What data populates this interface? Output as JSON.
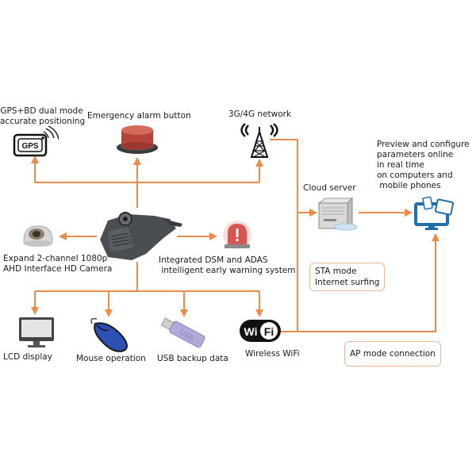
{
  "colors": {
    "wire": "#ec8a4a",
    "callout_border": "#e9b99b",
    "monitor_blue": "#1f6fa8",
    "alarm_red": "#c94a3c",
    "usb_purple": "#9b8fc8",
    "mouse_blue": "#2e4fb3"
  },
  "nodes": {
    "gps": {
      "label": "GPS+BD dual mode\naccurate positioning",
      "icon_text": "GPS",
      "icon": "gps-module-icon"
    },
    "alarm": {
      "label": "Emergency alarm button",
      "icon": "alarm-button-icon"
    },
    "network": {
      "label": "3G/4G network",
      "icon": "cell-tower-icon"
    },
    "cloud": {
      "label": "Cloud server",
      "icon": "server-icon"
    },
    "preview": {
      "label": "Preview and configure\nparameters online\nin real time\non computers and\n mobile phones",
      "icon": "devices-icon"
    },
    "camera": {
      "label": "Expand 2-channel 1080p\nAHD Interface HD Camera",
      "icon": "dome-camera-icon"
    },
    "main_device": {
      "icon": "dashcam-device-icon"
    },
    "dsm": {
      "label": "Integrated DSM and ADAS\n intelligent early warning system",
      "icon": "warning-beacon-icon"
    },
    "lcd": {
      "label": "LCD display",
      "icon": "monitor-icon"
    },
    "mouse": {
      "label": "Mouse operation",
      "icon": "mouse-icon"
    },
    "usb": {
      "label": "USB backup data",
      "icon_text": "USB",
      "icon": "usb-drive-icon"
    },
    "wifi": {
      "label": "Wireless WiFi",
      "icon_text_1": "Wi",
      "icon_text_2": "Fi",
      "icon": "wifi-logo-icon"
    }
  },
  "callouts": {
    "sta": "STA mode\nInternet surfing",
    "ap": "AP mode connection"
  }
}
